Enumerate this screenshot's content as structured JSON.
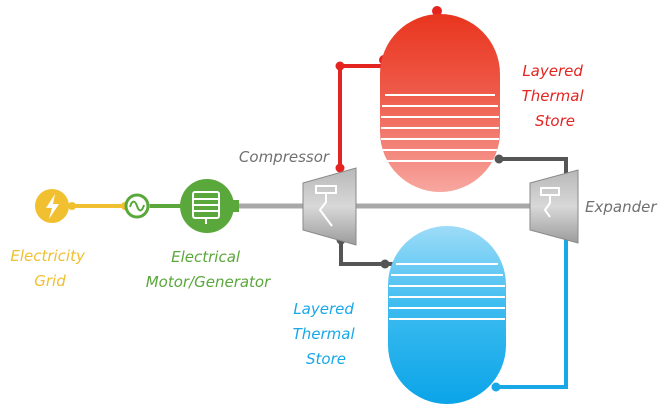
{
  "labels": {
    "grid": [
      "Electricity",
      "Grid"
    ],
    "motor": [
      "Electrical",
      "Motor/Generator"
    ],
    "compressor": "Compressor",
    "expander": "Expander",
    "hot_store": [
      "Layered",
      "Thermal",
      "Store"
    ],
    "cold_store": [
      "Layered",
      "Thermal",
      "Store"
    ]
  },
  "colors": {
    "grid": "#f0c030",
    "motor": "#5aa83c",
    "hot": "#e42420",
    "cold": "#18a8e8",
    "pipe": "#555555",
    "shaft": "#a8a8a8",
    "label_gray": "#707070"
  },
  "icons": {
    "grid": "lightning-bolt-icon",
    "converter": "ac-wave-icon",
    "motor": "motor-icon",
    "compressor": "compressor-icon",
    "expander": "expander-icon"
  }
}
